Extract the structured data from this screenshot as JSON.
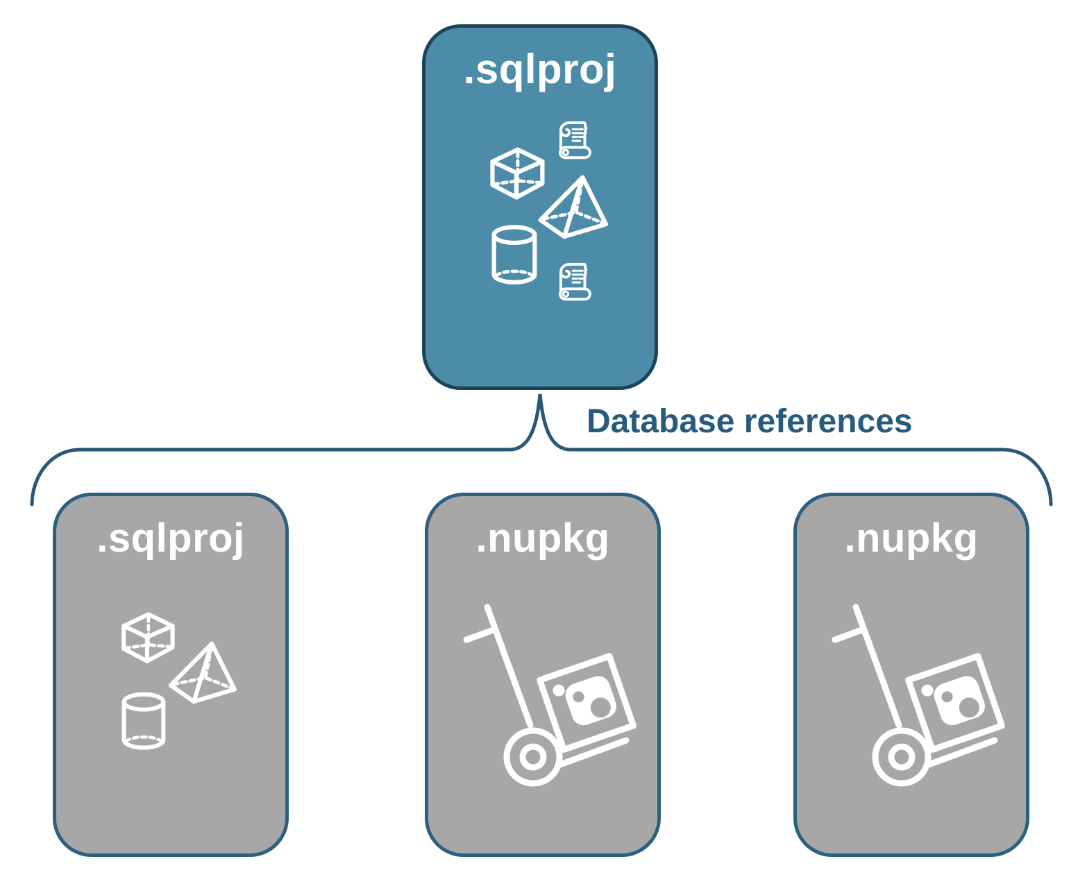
{
  "colors": {
    "background": "#FFFFFF",
    "root_box_fill": "#4D8CA8",
    "root_box_border": "#1C4458",
    "child_box_fill": "#A7A7A7",
    "child_box_border": "#2D5F80",
    "brace_stroke": "#2A5878",
    "connector_label_text": "#275B7D",
    "box_label_text": "#FFFFFF",
    "icon_stroke": "#FFFFFF"
  },
  "root_box": {
    "label": ".sqlproj",
    "icons": [
      "cube-icon",
      "scroll-icon",
      "pyramid-icon",
      "cylinder-icon",
      "scroll-icon"
    ]
  },
  "connector": {
    "label": "Database references",
    "shape": "horizontal-brace"
  },
  "child_boxes": [
    {
      "label": ".sqlproj",
      "icons": [
        "cube-icon",
        "pyramid-icon",
        "cylinder-icon"
      ]
    },
    {
      "label": ".nupkg",
      "icons": [
        "nuget-dolly-icon"
      ]
    },
    {
      "label": ".nupkg",
      "icons": [
        "nuget-dolly-icon"
      ]
    }
  ]
}
